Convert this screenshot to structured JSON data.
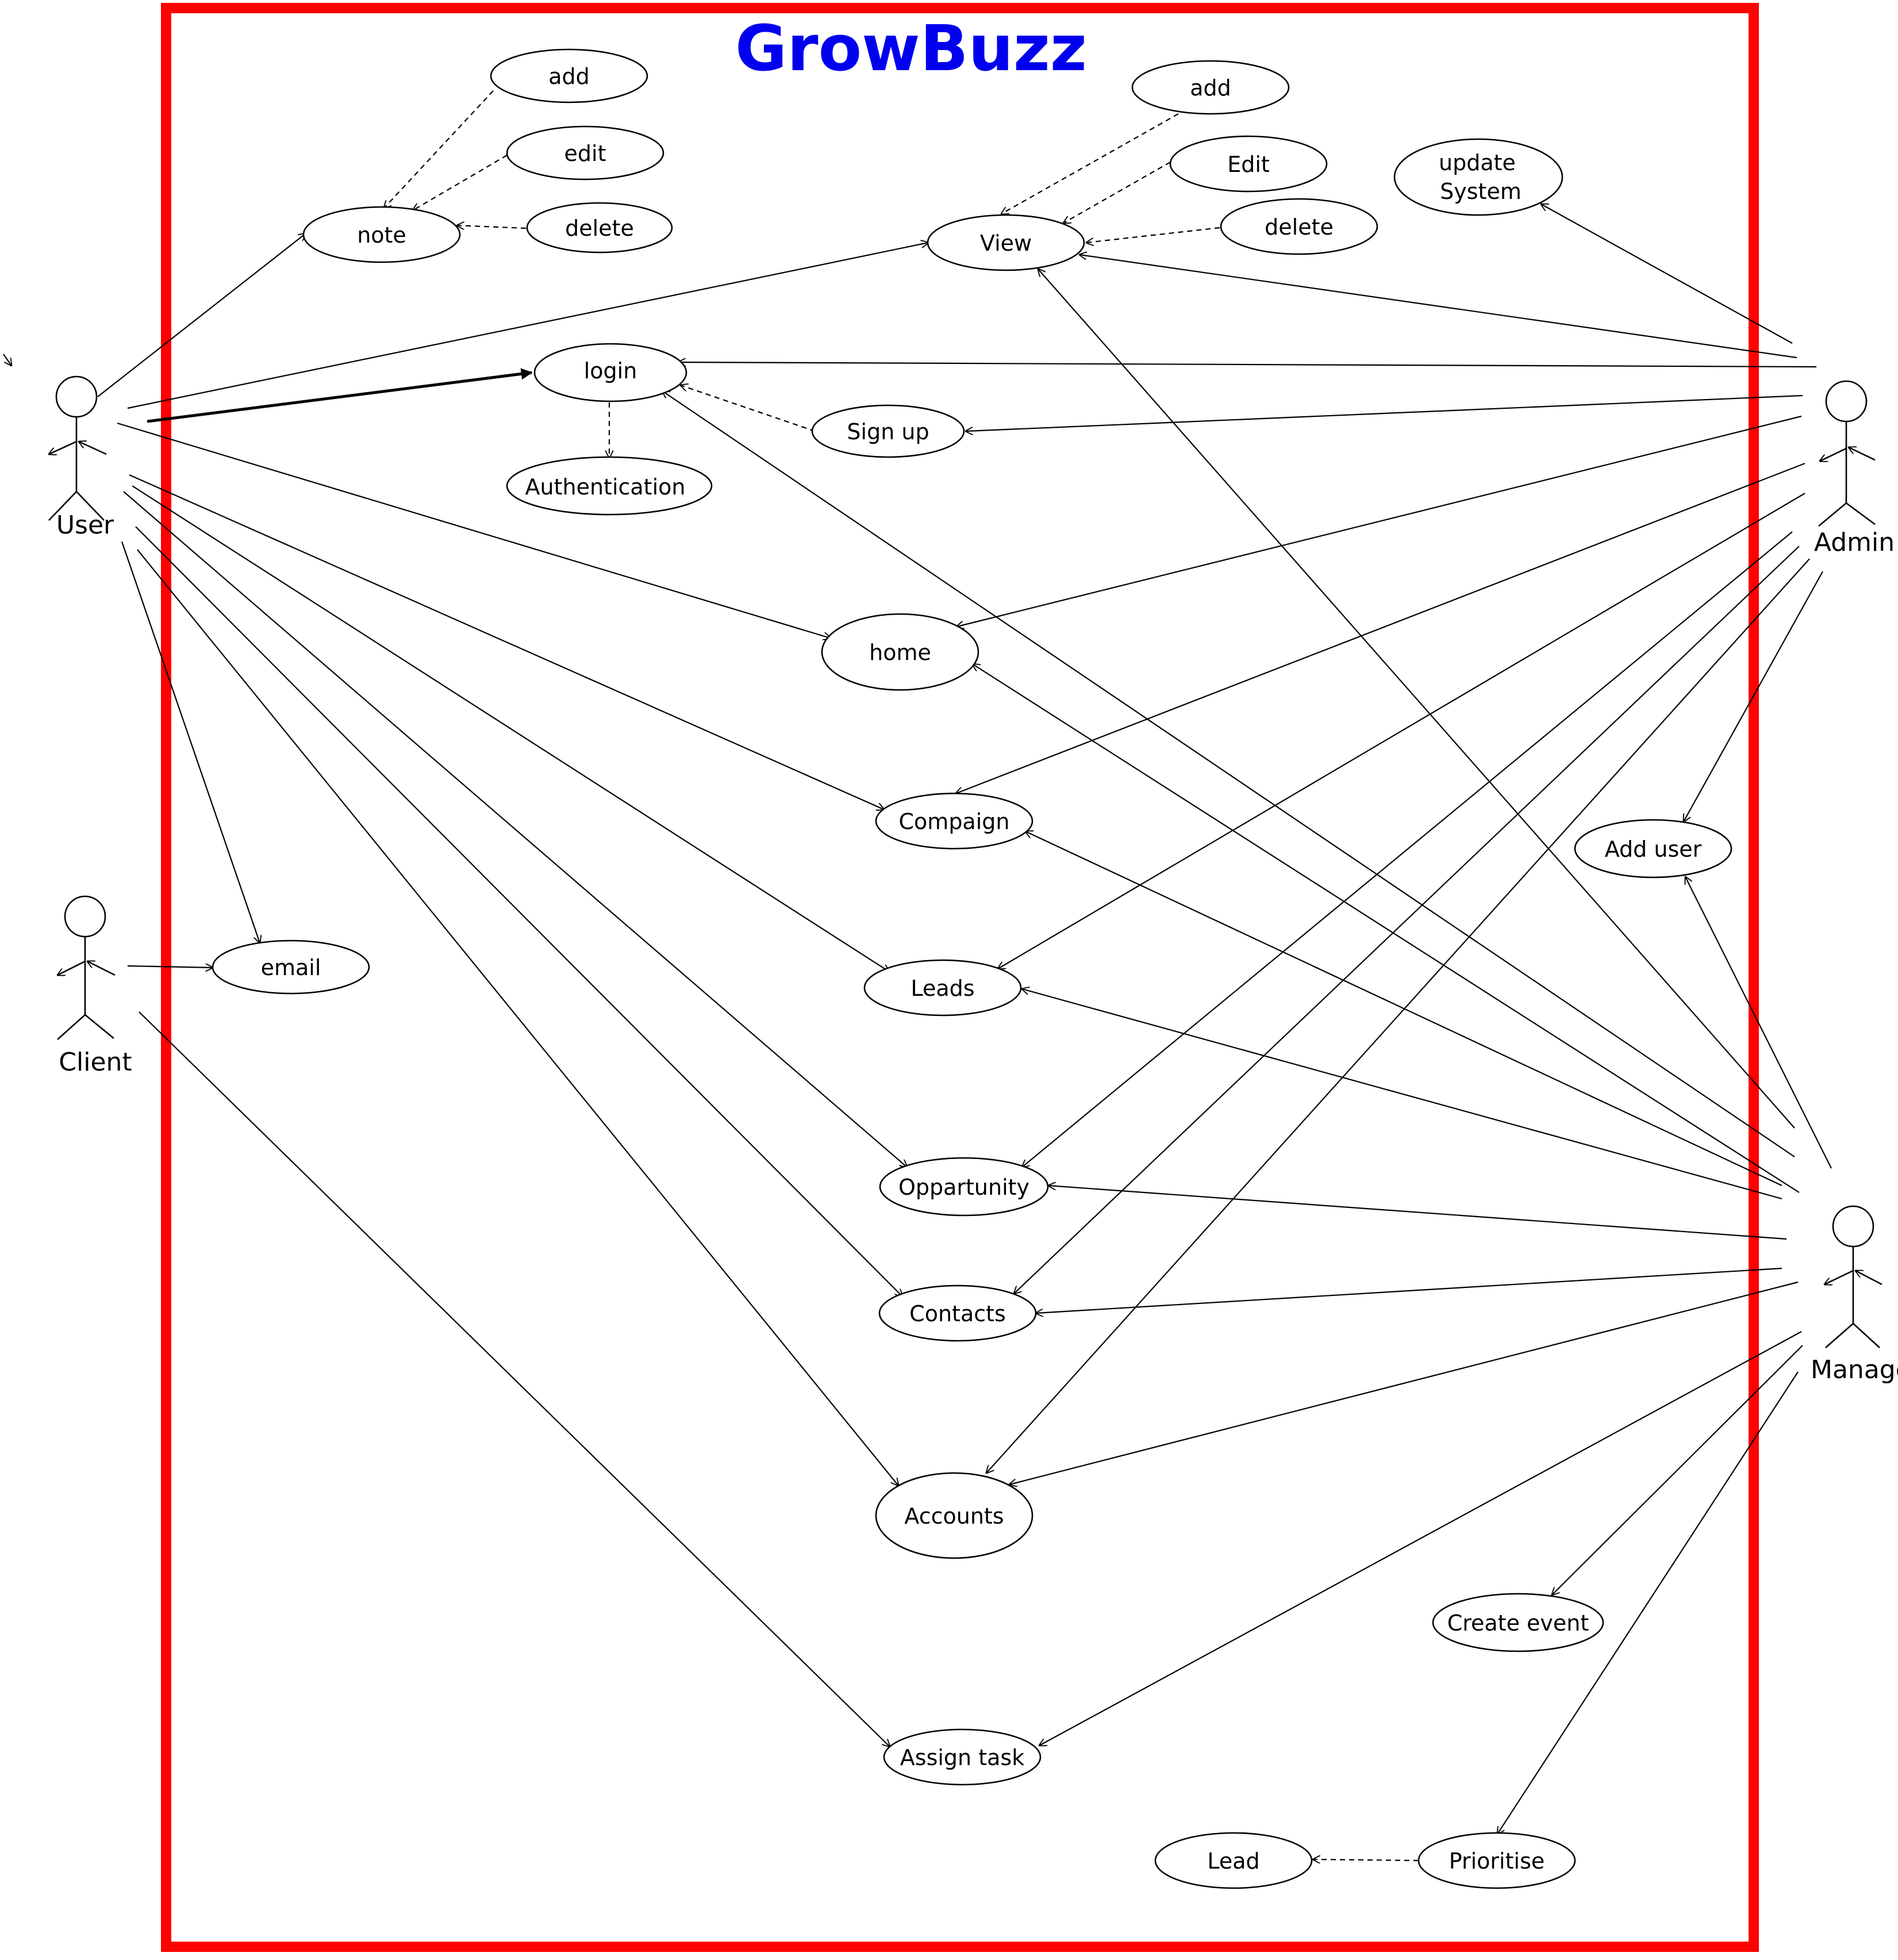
{
  "title": "GrowBuzz",
  "colors": {
    "boundary": "#ff0000",
    "title": "#0000ee",
    "lines": "#000000"
  },
  "actors": {
    "user": "User",
    "admin": "Admin",
    "client": "Client",
    "manager": "Manager"
  },
  "use_cases": {
    "note": "note",
    "note_add": "add",
    "note_edit": "edit",
    "note_delete": "delete",
    "view": "View",
    "view_add": "add",
    "view_edit": "Edit",
    "view_delete": "delete",
    "update_system_1": "update",
    "update_system_2": "System",
    "login": "login",
    "authentication": "Authentication",
    "sign_up": "Sign up",
    "home": "home",
    "compaign": "Compaign",
    "email": "email",
    "leads": "Leads",
    "opportunity": "Oppartunity",
    "contacts": "Contacts",
    "accounts": "Accounts",
    "add_user": "Add user",
    "create_event": "Create event",
    "assign_task": "Assign task",
    "prioritise": "Prioritise",
    "lead": "Lead"
  }
}
